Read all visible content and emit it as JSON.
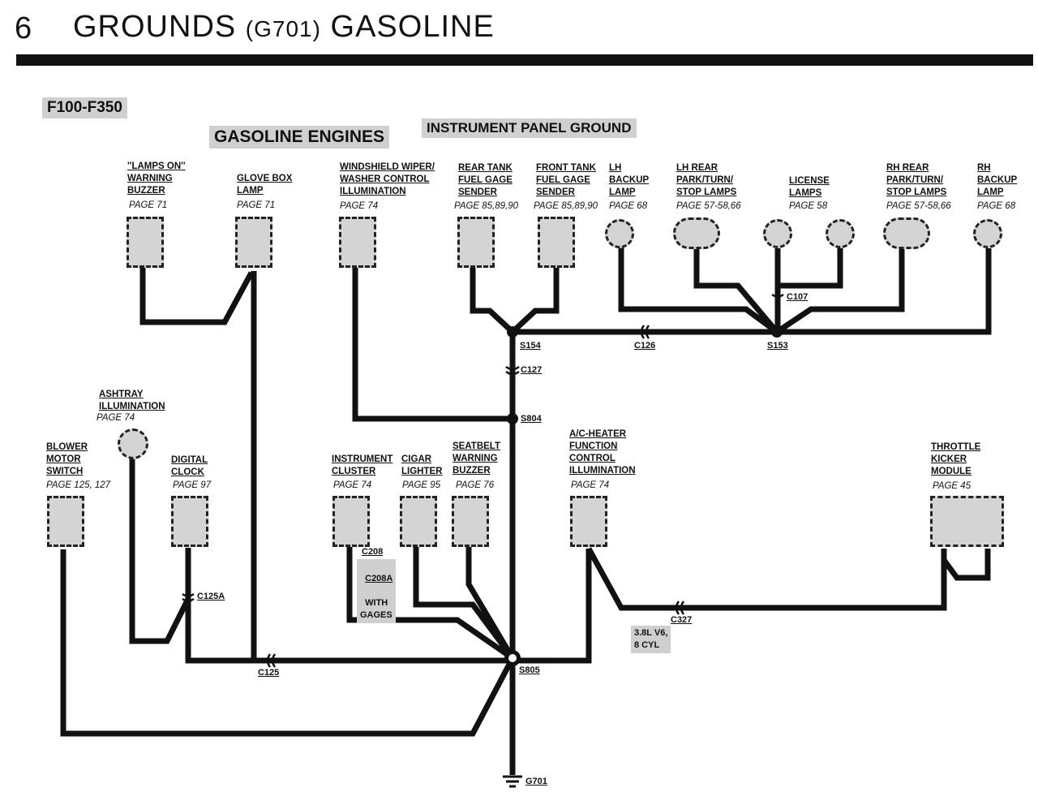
{
  "header": {
    "page_number": "6",
    "title_main": "GROUNDS",
    "title_code": "(G701)",
    "title_end": "GASOLINE"
  },
  "tags": {
    "model": "F100-F350",
    "engines": "GASOLINE ENGINES",
    "panel": "INSTRUMENT PANEL GROUND"
  },
  "components": {
    "lamps_on_buzzer": {
      "label": "''LAMPS ON''\nWARNING\nBUZZER",
      "page": "PAGE 71"
    },
    "glove_box_lamp": {
      "label": "GLOVE BOX\nLAMP",
      "page": "PAGE 71"
    },
    "wiper_washer_illum": {
      "label": "WINDSHIELD WIPER/\nWASHER CONTROL\nILLUMINATION",
      "page": "PAGE 74"
    },
    "rear_tank_sender": {
      "label": "REAR TANK\nFUEL GAGE\nSENDER",
      "page": "PAGE 85,89,90"
    },
    "front_tank_sender": {
      "label": "FRONT TANK\nFUEL GAGE\nSENDER",
      "page": "PAGE 85,89,90"
    },
    "lh_backup_lamp": {
      "label": "LH\nBACKUP\nLAMP",
      "page": "PAGE 68"
    },
    "lh_rear_lamps": {
      "label": "LH REAR\nPARK/TURN/\nSTOP LAMPS",
      "page": "PAGE 57-58,66"
    },
    "license_lamps": {
      "label": "LICENSE\nLAMPS",
      "page": "PAGE 58"
    },
    "rh_rear_lamps": {
      "label": "RH REAR\nPARK/TURN/\nSTOP LAMPS",
      "page": "PAGE 57-58,66"
    },
    "rh_backup_lamp": {
      "label": "RH\nBACKUP\nLAMP",
      "page": "PAGE 68"
    },
    "ashtray_illum": {
      "label": "ASHTRAY\nILLUMINATION",
      "page": "PAGE 74"
    },
    "blower_switch": {
      "label": "BLOWER\nMOTOR\nSWITCH",
      "page": "PAGE 125, 127"
    },
    "digital_clock": {
      "label": "DIGITAL\nCLOCK",
      "page": "PAGE 97"
    },
    "instrument_cluster": {
      "label": "INSTRUMENT\nCLUSTER",
      "page": "PAGE 74"
    },
    "cigar_lighter": {
      "label": "CIGAR\nLIGHTER",
      "page": "PAGE 95"
    },
    "seatbelt_buzzer": {
      "label": "SEATBELT\nWARNING\nBUZZER",
      "page": "PAGE 76"
    },
    "ac_heater_illum": {
      "label": "A/C-HEATER\nFUNCTION\nCONTROL\nILLUMINATION",
      "page": "PAGE 74"
    },
    "throttle_kicker": {
      "label": "THROTTLE\nKICKER\nMODULE",
      "page": "PAGE 45"
    }
  },
  "connectors": {
    "s154": "S154",
    "c126": "C126",
    "s153": "S153",
    "c107": "C107",
    "c127": "C127",
    "s804": "S804",
    "c125a": "C125A",
    "c125": "C125",
    "c208": "C208",
    "s805": "S805",
    "c327": "C327",
    "g701": "G701"
  },
  "notes": {
    "c208a_head": "C208A",
    "c208a_body": "WITH\nGAGES",
    "v6": "3.8L V6,\n8 CYL"
  },
  "colors": {
    "wire": "#111111",
    "component_fill": "#d4d4d4",
    "tag_fill": "#d0d0d0"
  }
}
